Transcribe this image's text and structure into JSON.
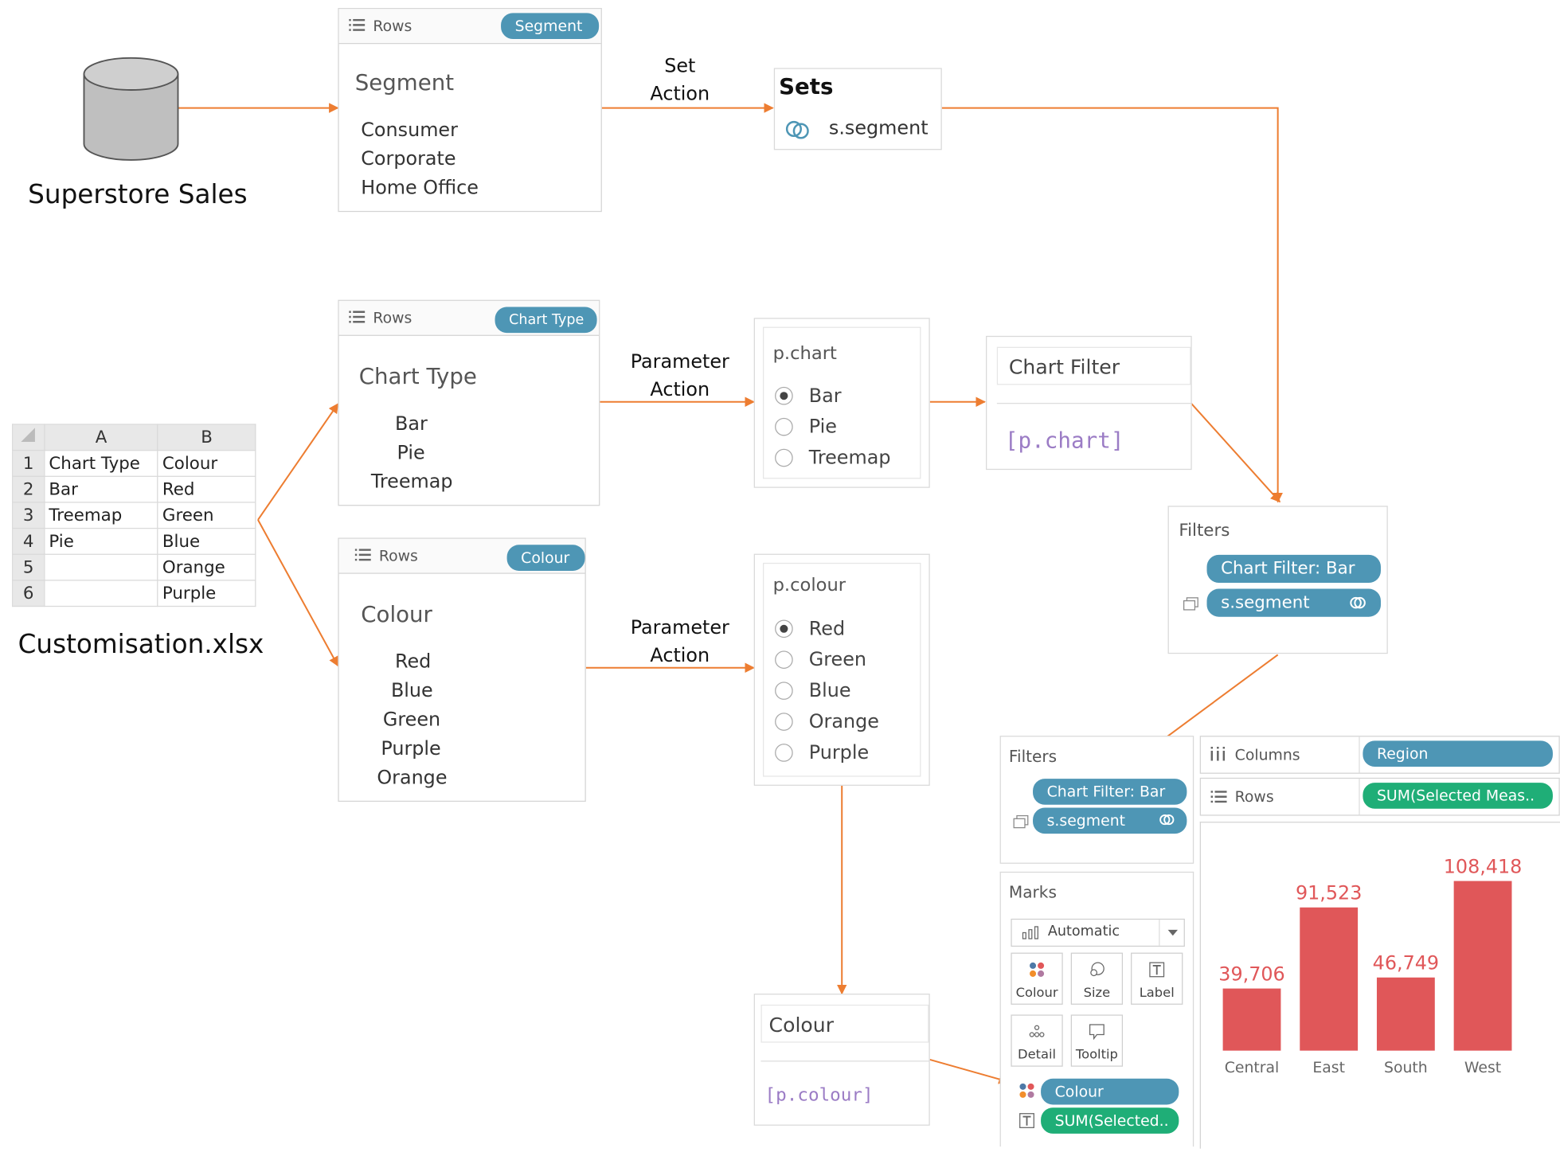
{
  "datasource": {
    "label": "Superstore Sales"
  },
  "segment_shelf": {
    "shelf_label": "Rows",
    "pill": "Segment",
    "card_title": "Segment",
    "items": [
      "Consumer",
      "Corporate",
      "Home Office"
    ]
  },
  "set_action": {
    "line1": "Set",
    "line2": "Action"
  },
  "sets_card": {
    "title": "Sets",
    "item": "s.segment"
  },
  "chart_type_shelf": {
    "shelf_label": "Rows",
    "pill": "Chart Type",
    "card_title": "Chart Type",
    "items": [
      "Bar",
      "Pie",
      "Treemap"
    ]
  },
  "colour_shelf": {
    "shelf_label": "Rows",
    "pill": "Colour",
    "card_title": "Colour",
    "items": [
      "Red",
      "Blue",
      "Green",
      "Purple",
      "Orange"
    ]
  },
  "param_action_1": {
    "line1": "Parameter",
    "line2": "Action"
  },
  "param_action_2": {
    "line1": "Parameter",
    "line2": "Action"
  },
  "p_chart": {
    "title": "p.chart",
    "options": [
      "Bar",
      "Pie",
      "Treemap"
    ],
    "selected": "Bar"
  },
  "p_colour": {
    "title": "p.colour",
    "options": [
      "Red",
      "Green",
      "Blue",
      "Orange",
      "Purple"
    ],
    "selected": "Red"
  },
  "chart_filter_calc": {
    "title": "Chart Filter",
    "formula": "[p.chart]"
  },
  "colour_calc": {
    "title": "Colour",
    "formula": "[p.colour]"
  },
  "spreadsheet": {
    "filename": "Customisation.xlsx",
    "col_headers": [
      "A",
      "B"
    ],
    "rows": [
      {
        "n": "1",
        "a": "Chart Type",
        "b": "Colour"
      },
      {
        "n": "2",
        "a": "Bar",
        "b": "Red"
      },
      {
        "n": "3",
        "a": "Treemap",
        "b": "Green"
      },
      {
        "n": "4",
        "a": "Pie",
        "b": "Blue"
      },
      {
        "n": "5",
        "a": "",
        "b": "Orange"
      },
      {
        "n": "6",
        "a": "",
        "b": "Purple"
      }
    ]
  },
  "filters_panel": {
    "title": "Filters",
    "pill1": "Chart Filter: Bar",
    "pill2": "s.segment"
  },
  "worksheet": {
    "filters": {
      "title": "Filters",
      "pill1": "Chart Filter: Bar",
      "pill2": "s.segment"
    },
    "columns": {
      "label": "Columns",
      "pill": "Region"
    },
    "rows": {
      "label": "Rows",
      "pill": "SUM(Selected Meas.."
    },
    "marks": {
      "title": "Marks",
      "mark_type": "Automatic",
      "buttons": [
        "Colour",
        "Size",
        "Label",
        "Detail",
        "Tooltip"
      ],
      "pill_colour": "Colour",
      "pill_label": "SUM(Selected.."
    }
  },
  "chart_data": {
    "type": "bar",
    "categories": [
      "Central",
      "East",
      "South",
      "West"
    ],
    "values": [
      39706,
      91523,
      46749,
      108418
    ],
    "value_labels": [
      "39,706",
      "91,523",
      "46,749",
      "108,418"
    ],
    "bar_color": "#e05759",
    "ylim": [
      0,
      115000
    ]
  },
  "colors": {
    "arrow": "#ed7d31",
    "pill_blue": "#4e96b5",
    "pill_green": "#1fae77",
    "bar": "#e05759"
  }
}
